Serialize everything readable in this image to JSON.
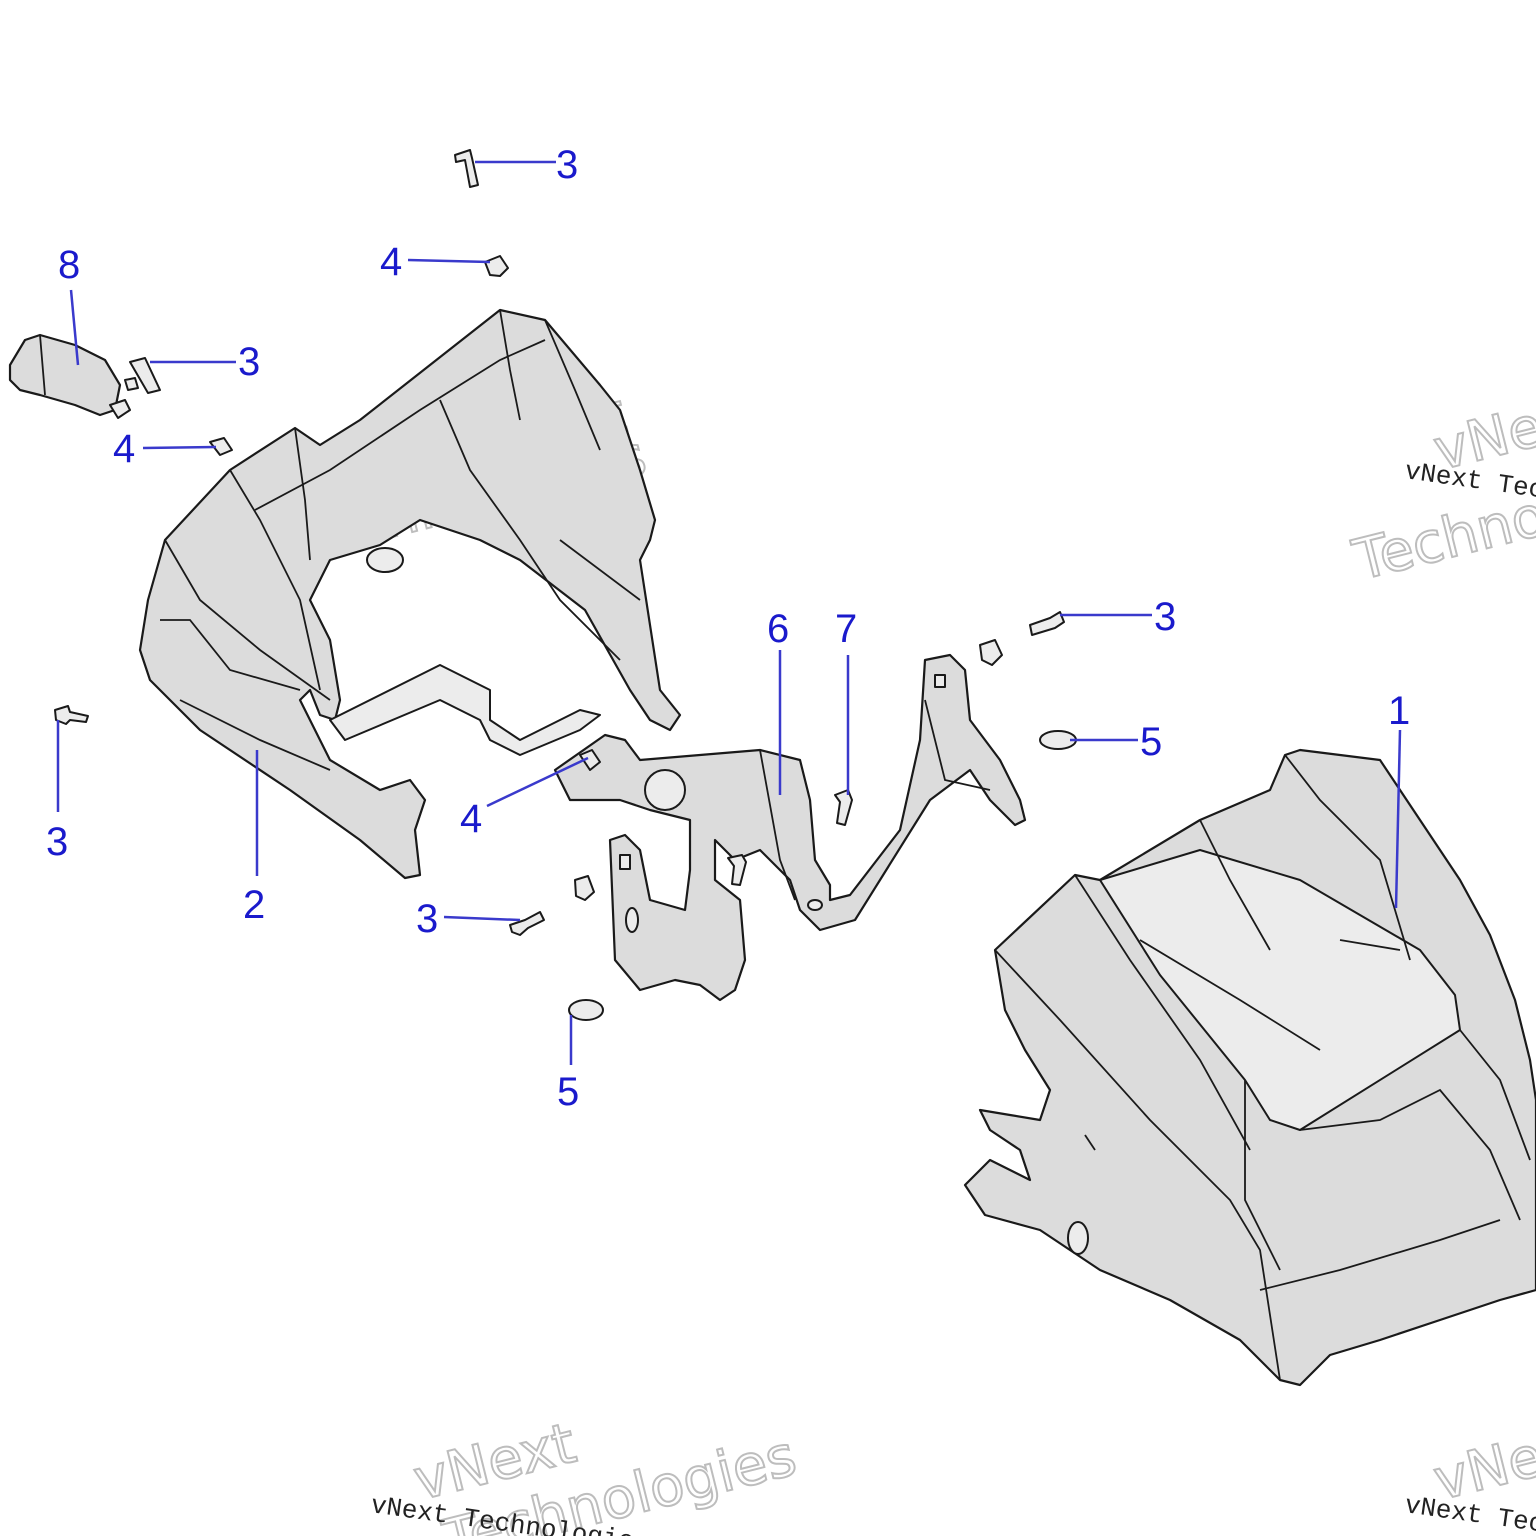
{
  "diagram": {
    "watermark_text": "vNext Technologies",
    "watermark_word_1": "vNext",
    "watermark_word_2": "Technologies",
    "colors": {
      "callout": "#1a1acc",
      "leader": "#3a3acc",
      "part_fill": "#dcdcdc",
      "stroke": "#1a1a1a"
    },
    "callouts": [
      {
        "id": "c1",
        "label": "3"
      },
      {
        "id": "c2",
        "label": "4"
      },
      {
        "id": "c3",
        "label": "8"
      },
      {
        "id": "c4",
        "label": "3"
      },
      {
        "id": "c5",
        "label": "4"
      },
      {
        "id": "c6",
        "label": "3"
      },
      {
        "id": "c7",
        "label": "2"
      },
      {
        "id": "c8",
        "label": "6"
      },
      {
        "id": "c9",
        "label": "7"
      },
      {
        "id": "c10",
        "label": "3"
      },
      {
        "id": "c11",
        "label": "1"
      },
      {
        "id": "c12",
        "label": "5"
      },
      {
        "id": "c13",
        "label": "4"
      },
      {
        "id": "c14",
        "label": "3"
      },
      {
        "id": "c15",
        "label": "5"
      }
    ]
  }
}
